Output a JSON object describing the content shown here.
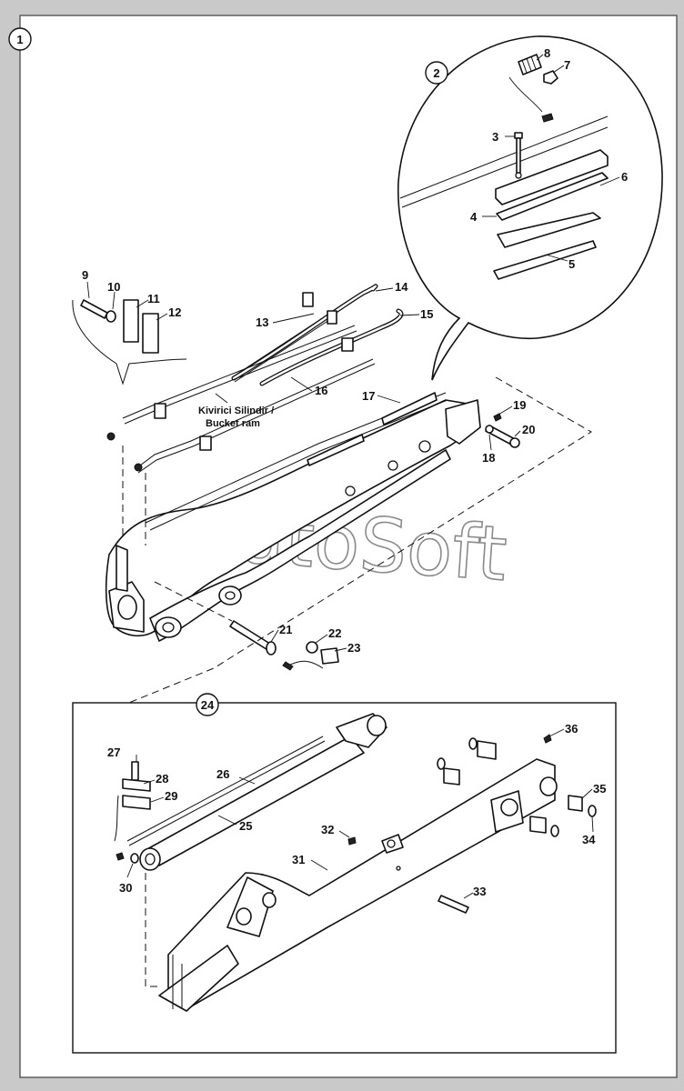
{
  "watermark": "AutoSoft",
  "views": {
    "main": "1",
    "detail": "2",
    "subassembly": "24"
  },
  "annotation": {
    "line1": "Kivirici Silindir /",
    "line2": "Bucket ram"
  },
  "callouts": {
    "c3": "3",
    "c4": "4",
    "c5": "5",
    "c6": "6",
    "c7": "7",
    "c8": "8",
    "c9": "9",
    "c10": "10",
    "c11": "11",
    "c12": "12",
    "c13": "13",
    "c14": "14",
    "c15": "15",
    "c16": "16",
    "c17": "17",
    "c18": "18",
    "c19": "19",
    "c20": "20",
    "c21": "21",
    "c22": "22",
    "c23": "23",
    "c25": "25",
    "c26": "26",
    "c27": "27",
    "c28": "28",
    "c29": "29",
    "c30": "30",
    "c31": "31",
    "c32": "32",
    "c33": "33",
    "c34": "34",
    "c35": "35",
    "c36": "36"
  }
}
